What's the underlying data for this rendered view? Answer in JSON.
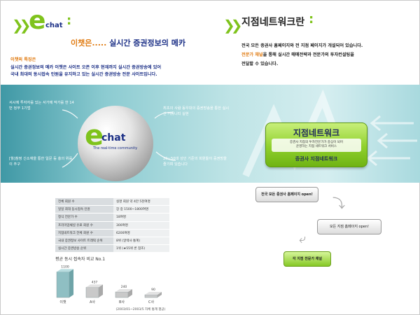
{
  "left": {
    "logo_e": "e",
    "logo_word": "chat",
    "colon": ":",
    "headline_prefix": "이챗은..... ",
    "headline_main": "실시간 증권정보의 메카",
    "feature_title": "이챗의 특징은",
    "feature_line1": "실시간 증권정보의 메카 이챗은 사이트 오픈 이후 현재까지 실시간 증권방송에 있어",
    "feature_line2": "국내 최대의 동시접속 인원을 유지하고 있는 실시간 증권방송 전문 사이트입니다.",
    "sphere_e": "e",
    "sphere_word": "chat",
    "sphere_tagline": "The real-time community",
    "bubble_tl": "서시에 투자자를 있는 서가에 작가를 한 14번 정부 1기법",
    "bubble_tr": "최초의 사람 동우대의 증권방송을 통한 실시간 커뮤니티 실현",
    "bubble_bl": "[월]참정 신소재을 통한 일문 등 충의 위를 이 추구",
    "bubble_br": "20~50대 성인 기준의 회원들이 증권방을 즐기며 있습니다",
    "stats": [
      {
        "k": "전체 회원 수",
        "v": "실명 회원 약 4만 5천여명"
      },
      {
        "k": "일일 최대 동시접속 인원",
        "v": "장 중 1500~1800여명"
      },
      {
        "k": "정식 전문가 수",
        "v": "18여명"
      },
      {
        "k": "프리미엄채널 유료 회원 수",
        "v": "300여명"
      },
      {
        "k": "지점네트워크 전체 회원 수",
        "v": "6200여명"
      },
      {
        "k": "국내 증권정보 사이트 트래픽 순위",
        "v": "8위 (알렉사 통계)"
      },
      {
        "k": "실시간 증권방송 순위",
        "v": "1위 (★55위 론 참조)"
      }
    ],
    "chart_title": "평균 동시 접속자 비교 No.1",
    "chart_note": "(2003/01~2003/5 자체 통계 평균)"
  },
  "right": {
    "title": "지점네트워크란",
    "colon": ":",
    "desc_line1": "전국 모든 증권사 홈페이지와 전 지점 페이지가 개설되어 있습니다.",
    "desc_line2a": "전문가 채널",
    "desc_line2b": "을 통해 실시간 매매전략과 전문가의 투자컨설팅을",
    "desc_line3": "전달할 수 있습니다.",
    "card_title": "지점네트워크",
    "card_line1": "증권사 지점의 투자전문가가 중심이 되어",
    "card_line2": "운영하는 지점 네트워크 서비스",
    "card_bottom": "증권사 지점네트워크",
    "step1": "전국 모든 증권사 홈페이지 open!",
    "step2": "모든 지점 홈페이지 open!",
    "step3": "각 지점 전문가 채널"
  },
  "chart_data": {
    "type": "bar",
    "title": "평균 동시 접속자 비교 No.1",
    "categories": [
      "이챗",
      "A사",
      "B사",
      "C사"
    ],
    "values": [
      1100,
      437,
      240,
      90
    ],
    "ylim": [
      0,
      1200
    ],
    "note": "(2003/01~2003/5 자체 통계 평균)"
  },
  "colors": {
    "green": "#7fc31c",
    "teal": "#3f98a5",
    "title_blue": "#1b2f86",
    "orange": "#e07b12"
  }
}
